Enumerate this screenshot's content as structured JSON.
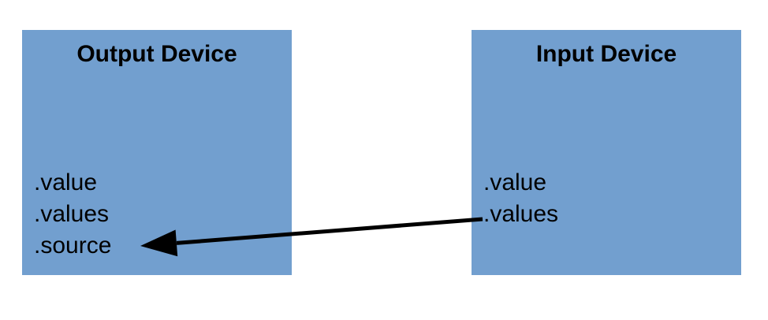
{
  "diagram": {
    "output_device": {
      "title": "Output Device",
      "properties": [
        ".value",
        ".values",
        ".source"
      ]
    },
    "input_device": {
      "title": "Input Device",
      "properties": [
        ".value",
        ".values"
      ]
    },
    "connection": {
      "from": "Input Device .values",
      "to": "Output Device .source",
      "direction": "right-to-left"
    },
    "colors": {
      "box_fill": "#729fcf",
      "text": "#000000",
      "arrow": "#000000",
      "background": "#ffffff"
    }
  }
}
